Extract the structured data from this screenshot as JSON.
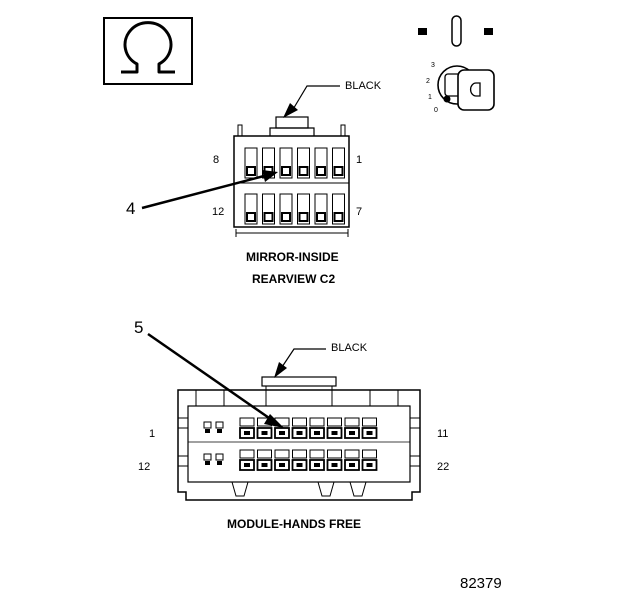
{
  "icons": {
    "omega": "omega-icon",
    "ignition": "ignition-key-icon"
  },
  "ignition": {
    "positions": [
      "3",
      "2",
      "1",
      "0"
    ]
  },
  "connector_c2": {
    "wire_color": "BLACK",
    "pin_top_left": "8",
    "pin_top_right": "1",
    "pin_bottom_left": "12",
    "pin_bottom_right": "7",
    "callout": "4",
    "title_line1": "MIRROR-INSIDE",
    "title_line2": "REARVIEW C2"
  },
  "connector_hf": {
    "wire_color": "BLACK",
    "pin_top_left": "1",
    "pin_top_right": "11",
    "pin_bottom_left": "12",
    "pin_bottom_right": "22",
    "callout": "5",
    "title": "MODULE-HANDS FREE"
  },
  "figure_number": "82379",
  "colors": {
    "line": "#000000",
    "background": "#ffffff"
  }
}
